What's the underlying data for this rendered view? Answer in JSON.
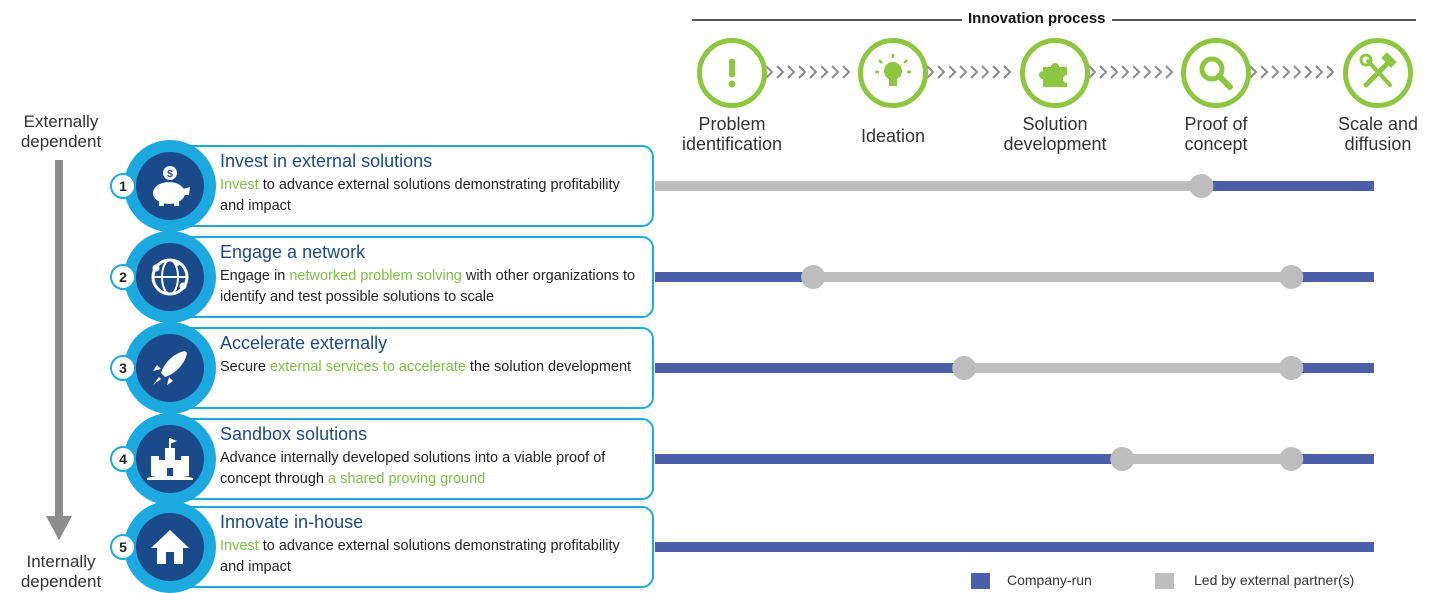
{
  "axis": {
    "top": "Externally\ndependent",
    "bottom": "Internally\ndependent"
  },
  "process": {
    "title": "Innovation process",
    "stages": [
      {
        "label": "Problem\nidentification",
        "icon": "exclamation-icon"
      },
      {
        "label": "Ideation",
        "icon": "lightbulb-icon"
      },
      {
        "label": "Solution\ndevelopment",
        "icon": "puzzle-icon"
      },
      {
        "label": "Proof of\nconcept",
        "icon": "magnifier-icon"
      },
      {
        "label": "Scale and\ndiffusion",
        "icon": "tools-icon"
      }
    ]
  },
  "models": [
    {
      "num": "1",
      "title": "Invest in external solutions",
      "desc_html": "<span class='hl'>Invest</span> to advance external solutions demonstrating profitability and impact",
      "icon": "piggy-bank-icon",
      "partner_start": 0.0,
      "partner_end": 0.76
    },
    {
      "num": "2",
      "title": "Engage a network",
      "desc_html": "Engage in <span class='hl'>networked problem solving</span> with other organizations to identify and test possible solutions to scale",
      "icon": "globe-network-icon",
      "partner_start": 0.22,
      "partner_end": 0.885
    },
    {
      "num": "3",
      "title": "Accelerate externally",
      "desc_html": "Secure <span class='hl'>external services to accelerate</span> the solution development",
      "icon": "rocket-icon",
      "partner_start": 0.43,
      "partner_end": 0.885
    },
    {
      "num": "4",
      "title": "Sandbox solutions",
      "desc_html": "Advance internally developed solutions into a viable proof of concept through <span class='hl'>a shared proving ground</span>",
      "icon": "castle-icon",
      "partner_start": 0.65,
      "partner_end": 0.885
    },
    {
      "num": "5",
      "title": "Innovate in-house",
      "desc_html": "<span class='hl'>Invest</span> to advance external solutions demonstrating profitability and impact",
      "icon": "house-icon",
      "partner_start": null,
      "partner_end": null
    }
  ],
  "legend": {
    "company": "Company-run",
    "partner": "Led by external partner(s)"
  },
  "colors": {
    "company": "#4a5fa8",
    "partner": "#bdbdbd",
    "accent": "#1ba9df",
    "stage": "#8dc63f",
    "title": "#1a4a8a"
  }
}
